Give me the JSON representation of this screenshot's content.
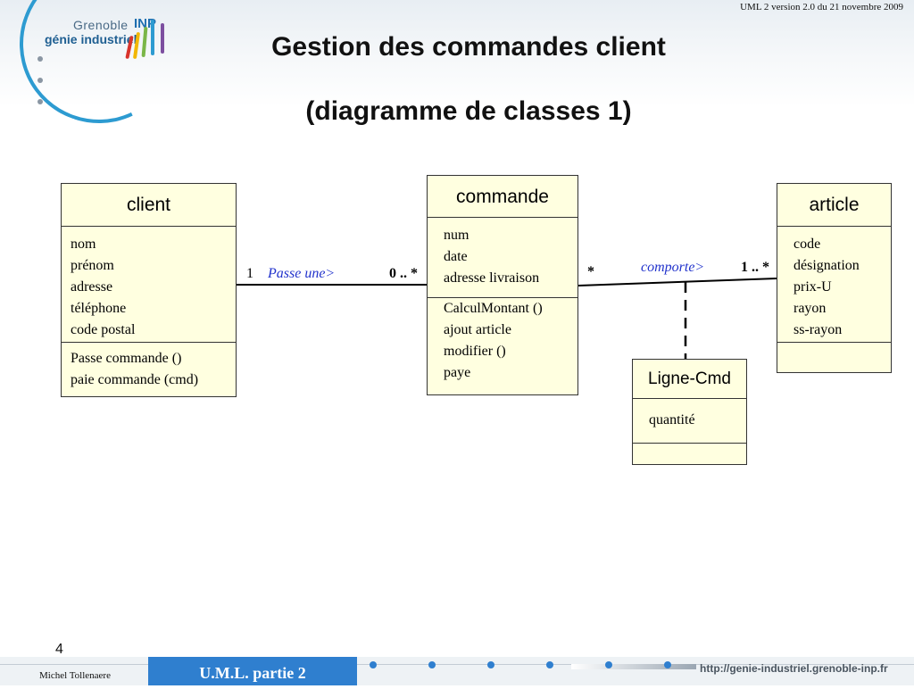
{
  "header": {
    "version_note": "UML 2 version 2.0  du  21 novembre 2009",
    "title_line1": "Gestion des commandes client",
    "title_line2": "(diagramme de classes 1)",
    "logo_line1": "Grenoble",
    "logo_inp": "INP",
    "logo_line2": "génie industriel"
  },
  "classes": {
    "client": {
      "name": "client",
      "attributes": [
        "nom",
        "prénom",
        "adresse",
        "téléphone",
        "code postal"
      ],
      "operations": [
        "Passe commande ()",
        "paie commande (cmd)"
      ]
    },
    "commande": {
      "name": "commande",
      "attributes": [
        "num",
        "date",
        "adresse livraison"
      ],
      "operations": [
        "CalculMontant ()",
        "ajout article",
        "modifier ()",
        "paye"
      ]
    },
    "article": {
      "name": "article",
      "attributes": [
        "code",
        "désignation",
        "prix-U",
        "rayon",
        "ss-rayon"
      ],
      "operations": []
    },
    "ligne_cmd": {
      "name": "Ligne-Cmd",
      "attributes": [
        "quantité"
      ],
      "operations": []
    }
  },
  "associations": {
    "passe_une": {
      "name": "Passe une>",
      "mult_client": "1",
      "mult_commande": "0 .. *"
    },
    "comporte": {
      "name": "comporte>",
      "mult_commande": "*",
      "mult_article": "1 .. *"
    }
  },
  "footer": {
    "page_number": "4",
    "author": "Michel Tollenaere",
    "course": "U.M.L. partie 2",
    "url": "http://genie-industriel.grenoble-inp.fr"
  },
  "colors": {
    "class_fill": "#ffffe0",
    "association_name": "#2233cc",
    "footer_tab": "#2f7fcf"
  }
}
